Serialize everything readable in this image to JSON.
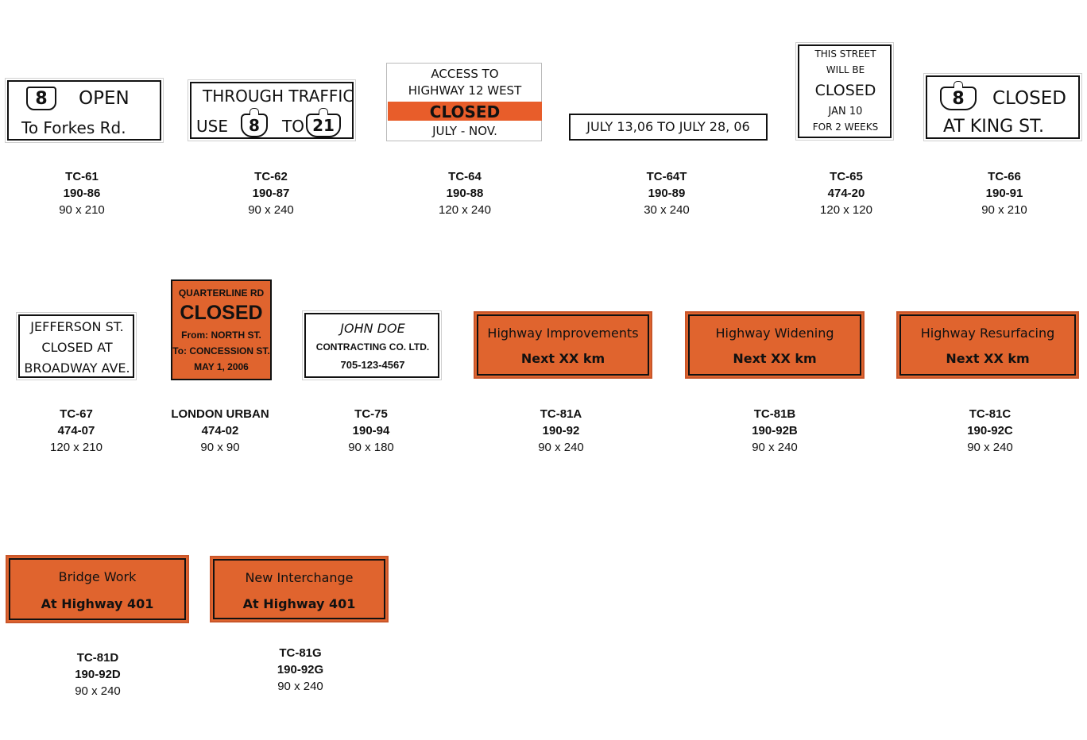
{
  "signs": {
    "tc61": {
      "line1_num": "8",
      "line1_word": "OPEN",
      "line2": "To  Forkes  Rd.",
      "code": "TC-61",
      "part": "190-86",
      "size": "90 x 210"
    },
    "tc62": {
      "line1": "THROUGH TRAFFIC",
      "use": "USE",
      "to": "TO",
      "num_a": "8",
      "num_b": "21",
      "code": "TC-62",
      "part": "190-87",
      "size": "90 x 240"
    },
    "tc64": {
      "line1": "ACCESS TO",
      "line2": "HIGHWAY 12 WEST",
      "band": "CLOSED",
      "line4": "JULY - NOV.",
      "band_color": "#e85d2a",
      "code": "TC-64",
      "part": "190-88",
      "size": "120 x 240"
    },
    "tc64t": {
      "line1": "JULY 13,06 TO JULY 28, 06",
      "code": "TC-64T",
      "part": "190-89",
      "size": "30 x 240"
    },
    "tc65": {
      "line1": "THIS  STREET",
      "line2": "WILL  BE",
      "line3": "CLOSED",
      "line4": "JAN  10",
      "line5": "FOR  2  WEEKS",
      "code": "TC-65",
      "part": "474-20",
      "size": "120 x 120"
    },
    "tc66": {
      "num": "8",
      "word": "CLOSED",
      "line2": "AT  KING  ST.",
      "code": "TC-66",
      "part": "190-91",
      "size": "90 x 210"
    },
    "tc67": {
      "line1": "JEFFERSON  ST.",
      "line2": "CLOSED  AT",
      "line3": "BROADWAY  AVE.",
      "code": "TC-67",
      "part": "474-07",
      "size": "120 x 210"
    },
    "london": {
      "line1": "QUARTERLINE RD",
      "line2": "CLOSED",
      "line3": "From: NORTH ST.",
      "line4": "To: CONCESSION ST.",
      "line5": "MAY 1, 2006",
      "bg": "#e0642e",
      "code": "LONDON URBAN",
      "part": "474-02",
      "size": "90 x 90"
    },
    "tc75": {
      "line1": "JOHN DOE",
      "line2": "CONTRACTING CO. LTD.",
      "line3": "705-123-4567",
      "code": "TC-75",
      "part": "190-94",
      "size": "90 x 180"
    },
    "tc81a": {
      "line1": "Highway  Improvements",
      "line2": "Next  XX  km",
      "code": "TC-81A",
      "part": "190-92",
      "size": "90 x 240"
    },
    "tc81b": {
      "line1": "Highway  Widening",
      "line2": "Next  XX  km",
      "code": "TC-81B",
      "part": "190-92B",
      "size": "90 x 240"
    },
    "tc81c": {
      "line1": "Highway  Resurfacing",
      "line2": "Next  XX  km",
      "code": "TC-81C",
      "part": "190-92C",
      "size": "90 x 240"
    },
    "tc81d": {
      "line1": "Bridge  Work",
      "line2": "At  Highway  401",
      "code": "TC-81D",
      "part": "190-92D",
      "size": "90 x 240"
    },
    "tc81g": {
      "line1": "New  Interchange",
      "line2": "At  Highway  401",
      "code": "TC-81G",
      "part": "190-92G",
      "size": "90 x 240"
    }
  },
  "colors": {
    "orange": "#e0642e",
    "black": "#111111",
    "white": "#ffffff"
  }
}
